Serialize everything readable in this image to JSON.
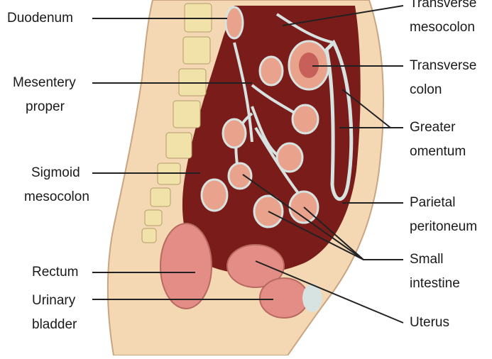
{
  "labels": {
    "duodenum": [
      "Duodenum"
    ],
    "mesentery_proper": [
      "Mesentery",
      "proper"
    ],
    "sigmoid_mesocolon": [
      "Sigmoid",
      "mesocolon"
    ],
    "rectum": [
      "Rectum"
    ],
    "urinary_bladder": [
      "Urinary",
      "bladder"
    ],
    "transverse_mesocolon": [
      "Transverse",
      "mesocolon"
    ],
    "transverse_colon": [
      "Transverse",
      "colon"
    ],
    "greater_omentum": [
      "Greater",
      "omentum"
    ],
    "parietal_peritoneum": [
      "Parietal",
      "peritoneum"
    ],
    "small_intestine": [
      "Small",
      "intestine"
    ],
    "uterus": [
      "Uterus"
    ]
  },
  "colors": {
    "skin": "#f3d8b3",
    "cavity": "#7a1d1a",
    "cavity_dark": "#5c1210",
    "membrane": "#d7e3e0",
    "gut_wall": "#e9a38d",
    "gut_lumen": "#c8605a",
    "vertebra": "#f0e2a8",
    "disc": "#c7d6cf",
    "pelvic_organ": "#e48d86",
    "leader_line": "#222222"
  }
}
